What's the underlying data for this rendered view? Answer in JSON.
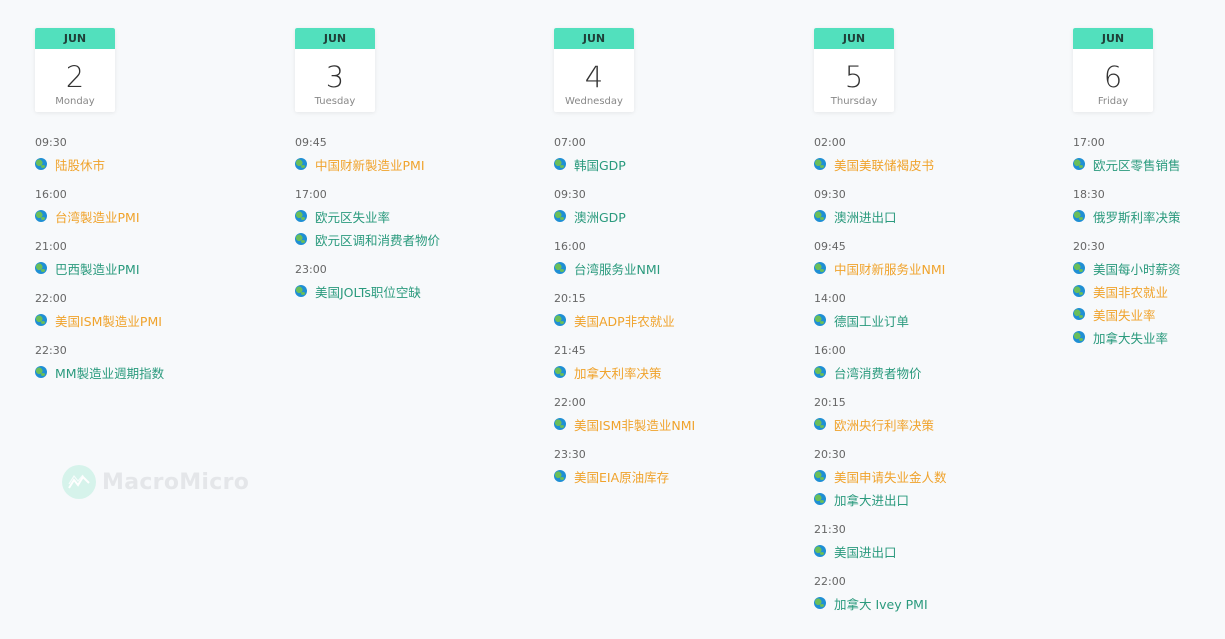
{
  "colors": {
    "accent": "#52e0bd",
    "important_event": "#f0a32c",
    "normal_event": "#2a9a7d",
    "background": "#f7f9fb"
  },
  "watermark": {
    "text": "MacroMicro"
  },
  "days": [
    {
      "month": "JUN",
      "date": "2",
      "weekday": "Monday",
      "slots": [
        {
          "time": "09:30",
          "events": [
            {
              "label": "陆股休市",
              "importance": "high",
              "icon": "globe-icon"
            }
          ]
        },
        {
          "time": "16:00",
          "events": [
            {
              "label": "台湾製造业PMI",
              "importance": "high",
              "icon": "globe-icon"
            }
          ]
        },
        {
          "time": "21:00",
          "events": [
            {
              "label": "巴西製造业PMI",
              "importance": "normal",
              "icon": "globe-icon"
            }
          ]
        },
        {
          "time": "22:00",
          "events": [
            {
              "label": "美国ISM製造业PMI",
              "importance": "high",
              "icon": "globe-icon"
            }
          ]
        },
        {
          "time": "22:30",
          "events": [
            {
              "label": "MM製造业週期指数",
              "importance": "normal",
              "icon": "globe-icon"
            }
          ]
        }
      ]
    },
    {
      "month": "JUN",
      "date": "3",
      "weekday": "Tuesday",
      "slots": [
        {
          "time": "09:45",
          "events": [
            {
              "label": "中国财新製造业PMI",
              "importance": "high",
              "icon": "globe-icon"
            }
          ]
        },
        {
          "time": "17:00",
          "events": [
            {
              "label": "欧元区失业率",
              "importance": "normal",
              "icon": "globe-icon"
            },
            {
              "label": "欧元区调和消费者物价",
              "importance": "normal",
              "icon": "globe-icon"
            }
          ]
        },
        {
          "time": "23:00",
          "events": [
            {
              "label": "美国JOLTs职位空缺",
              "importance": "normal",
              "icon": "globe-icon"
            }
          ]
        }
      ]
    },
    {
      "month": "JUN",
      "date": "4",
      "weekday": "Wednesday",
      "slots": [
        {
          "time": "07:00",
          "events": [
            {
              "label": "韩国GDP",
              "importance": "normal",
              "icon": "globe-icon"
            }
          ]
        },
        {
          "time": "09:30",
          "events": [
            {
              "label": "澳洲GDP",
              "importance": "normal",
              "icon": "globe-icon"
            }
          ]
        },
        {
          "time": "16:00",
          "events": [
            {
              "label": "台湾服务业NMI",
              "importance": "normal",
              "icon": "globe-icon"
            }
          ]
        },
        {
          "time": "20:15",
          "events": [
            {
              "label": "美国ADP非农就业",
              "importance": "high",
              "icon": "globe-icon"
            }
          ]
        },
        {
          "time": "21:45",
          "events": [
            {
              "label": "加拿大利率决策",
              "importance": "high",
              "icon": "globe-icon"
            }
          ]
        },
        {
          "time": "22:00",
          "events": [
            {
              "label": "美国ISM非製造业NMI",
              "importance": "high",
              "icon": "globe-icon"
            }
          ]
        },
        {
          "time": "23:30",
          "events": [
            {
              "label": "美国EIA原油库存",
              "importance": "high",
              "icon": "globe-icon"
            }
          ]
        }
      ]
    },
    {
      "month": "JUN",
      "date": "5",
      "weekday": "Thursday",
      "slots": [
        {
          "time": "02:00",
          "events": [
            {
              "label": "美国美联储褐皮书",
              "importance": "high",
              "icon": "globe-icon"
            }
          ]
        },
        {
          "time": "09:30",
          "events": [
            {
              "label": "澳洲进出口",
              "importance": "normal",
              "icon": "globe-icon"
            }
          ]
        },
        {
          "time": "09:45",
          "events": [
            {
              "label": "中国财新服务业NMI",
              "importance": "high",
              "icon": "globe-icon"
            }
          ]
        },
        {
          "time": "14:00",
          "events": [
            {
              "label": "德国工业订单",
              "importance": "normal",
              "icon": "globe-icon"
            }
          ]
        },
        {
          "time": "16:00",
          "events": [
            {
              "label": "台湾消费者物价",
              "importance": "normal",
              "icon": "globe-icon"
            }
          ]
        },
        {
          "time": "20:15",
          "events": [
            {
              "label": "欧洲央行利率决策",
              "importance": "high",
              "icon": "globe-icon"
            }
          ]
        },
        {
          "time": "20:30",
          "events": [
            {
              "label": "美国申请失业金人数",
              "importance": "high",
              "icon": "globe-icon"
            },
            {
              "label": "加拿大进出口",
              "importance": "normal",
              "icon": "globe-icon"
            }
          ]
        },
        {
          "time": "21:30",
          "events": [
            {
              "label": "美国进出口",
              "importance": "normal",
              "icon": "globe-icon"
            }
          ]
        },
        {
          "time": "22:00",
          "events": [
            {
              "label": "加拿大 Ivey PMI",
              "importance": "normal",
              "icon": "globe-icon"
            }
          ]
        }
      ]
    },
    {
      "month": "JUN",
      "date": "6",
      "weekday": "Friday",
      "slots": [
        {
          "time": "17:00",
          "events": [
            {
              "label": "欧元区零售销售",
              "importance": "normal",
              "icon": "globe-icon"
            }
          ]
        },
        {
          "time": "18:30",
          "events": [
            {
              "label": "俄罗斯利率决策",
              "importance": "normal",
              "icon": "globe-icon"
            }
          ]
        },
        {
          "time": "20:30",
          "events": [
            {
              "label": "美国每小时薪资",
              "importance": "normal",
              "icon": "globe-icon"
            },
            {
              "label": "美国非农就业",
              "importance": "high",
              "icon": "globe-icon"
            },
            {
              "label": "美国失业率",
              "importance": "high",
              "icon": "globe-icon"
            },
            {
              "label": "加拿大失业率",
              "importance": "normal",
              "icon": "globe-icon"
            }
          ]
        }
      ]
    }
  ]
}
